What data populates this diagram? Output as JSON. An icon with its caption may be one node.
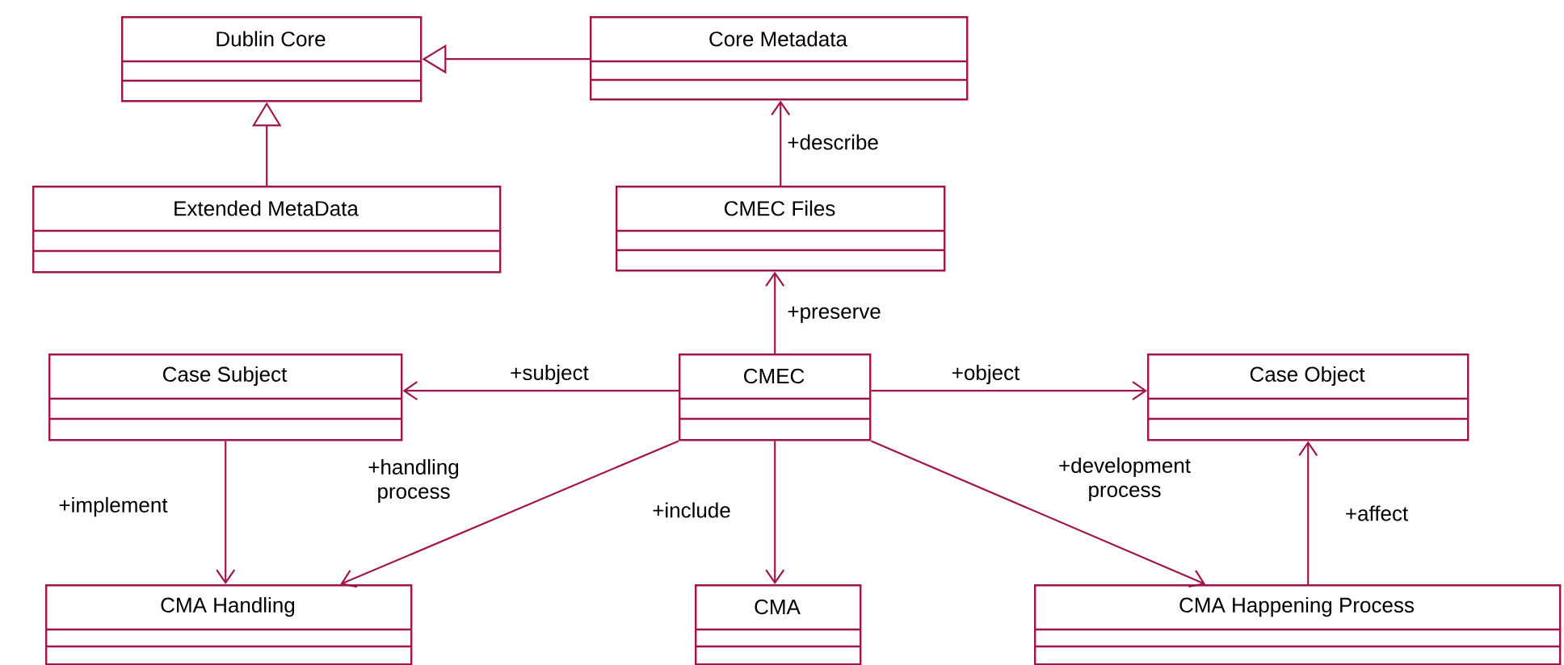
{
  "diagram": {
    "nodes": [
      {
        "text": [
          "Dublin Core"
        ]
      },
      {
        "text": [
          "Core Metadata"
        ]
      },
      {
        "text": [
          "Extended MetaData"
        ]
      },
      {
        "text": [
          "CMEC Files"
        ]
      },
      {
        "text": [
          "Case Subject"
        ]
      },
      {
        "text": [
          "CMEC"
        ]
      },
      {
        "text": [
          "Case Object"
        ]
      },
      {
        "text": [
          "CMA Handling"
        ]
      },
      {
        "text": [
          "CMA"
        ]
      },
      {
        "text": [
          "CMA Happening Process"
        ]
      }
    ],
    "edges": [
      {
        "from": 1,
        "to": 0,
        "arrow": "to"
      },
      {
        "from": 2,
        "to": 0,
        "arrow": "to"
      },
      {
        "from": 3,
        "to": 1,
        "arrow": "to",
        "label": "+describe"
      },
      {
        "from": 5,
        "to": 3,
        "arrow": "to",
        "label": "+preserve"
      },
      {
        "from": 5,
        "to": 4,
        "arrow": "to",
        "label": "+subject"
      },
      {
        "from": 5,
        "to": 6,
        "arrow": "to",
        "label": "+object"
      },
      {
        "from": 5,
        "to": 7,
        "arrow": "to",
        "label": "+handling process"
      },
      {
        "from": 5,
        "to": 8,
        "arrow": "to",
        "label": "+include"
      },
      {
        "from": 5,
        "to": 9,
        "arrow": "to",
        "label": "+development process"
      },
      {
        "from": 4,
        "to": 7,
        "arrow": "to",
        "label": "+implement"
      },
      {
        "from": 9,
        "to": 6,
        "arrow": "to",
        "label": "+affect"
      }
    ]
  }
}
